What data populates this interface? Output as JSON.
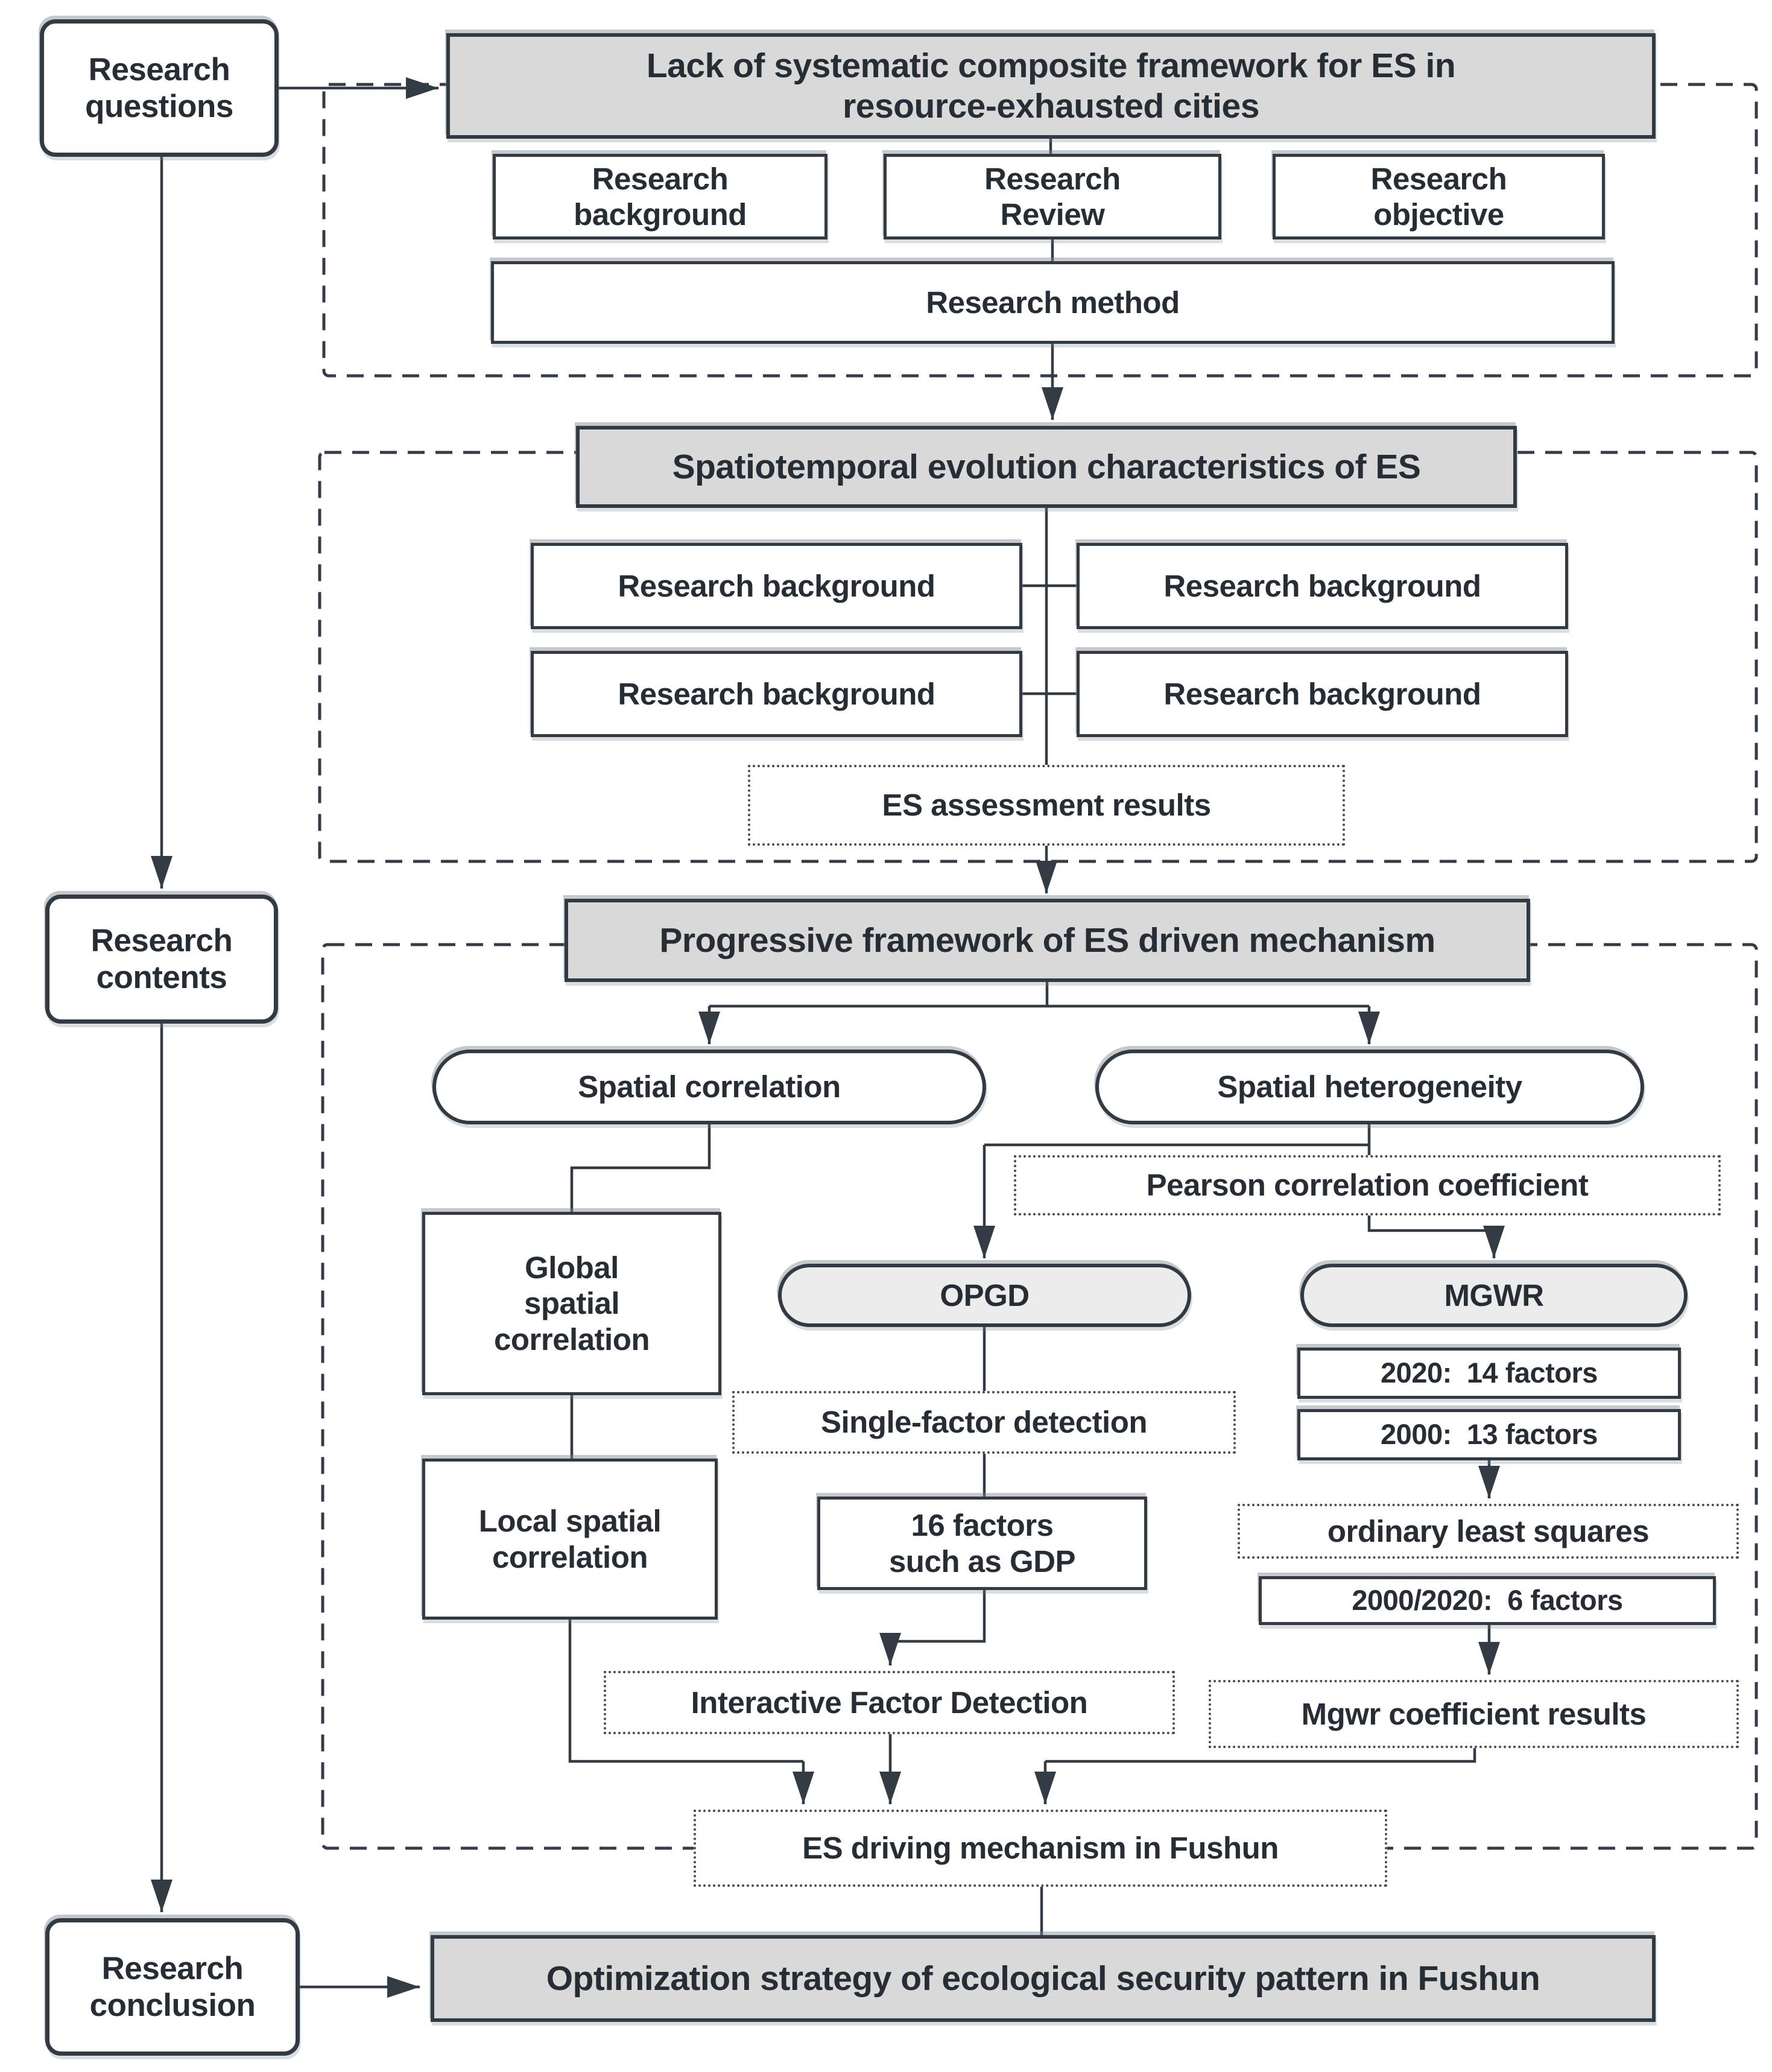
{
  "title": "Research framework flowchart",
  "colors": {
    "border": "#323A43",
    "line": "#333B44",
    "section_header_fill": "#D9D9D9",
    "method_pill_fill": "#ECECEC",
    "node_fill": "#FFFFFF",
    "text": "#272D34"
  },
  "left_rail": {
    "research_questions": "Research\nquestions",
    "research_contents": "Research\ncontents",
    "research_conclusion": "Research\nconclusion"
  },
  "section1": {
    "header": "Lack of systematic composite framework for ES in\nresource-exhausted cities",
    "research_background": "Research\nbackground",
    "research_review": "Research\nReview",
    "research_objective": "Research\nobjective",
    "research_method": "Research method"
  },
  "section2": {
    "header": "Spatiotemporal evolution characteristics of ES",
    "boxes": [
      "Research background",
      "Research background",
      "Research background",
      "Research background"
    ],
    "es_assessment": "ES assessment results"
  },
  "section3": {
    "header": "Progressive framework of ES driven mechanism",
    "spatial_correlation": "Spatial correlation",
    "spatial_heterogeneity": "Spatial heterogeneity",
    "pearson": "Pearson correlation coefficient",
    "global_spatial": "Global\nspatial\ncorrelation",
    "local_spatial": "Local spatial\ncorrelation",
    "opgd": "OPGD",
    "mgwr": "MGWR",
    "single_factor": "Single-factor detection",
    "sixteen_factors": "16 factors\nsuch as GDP",
    "factors_2020": "2020:  14 factors",
    "factors_2000": "2000:  13 factors",
    "ols": "ordinary least squares",
    "factors_2000_2020": "2000/2020:  6 factors",
    "interactive": "Interactive Factor Detection",
    "mgwr_results": "Mgwr coefficient results",
    "es_driving": "ES driving mechanism in Fushun"
  },
  "conclusion": {
    "optimization": "Optimization strategy of ecological security pattern in Fushun"
  }
}
